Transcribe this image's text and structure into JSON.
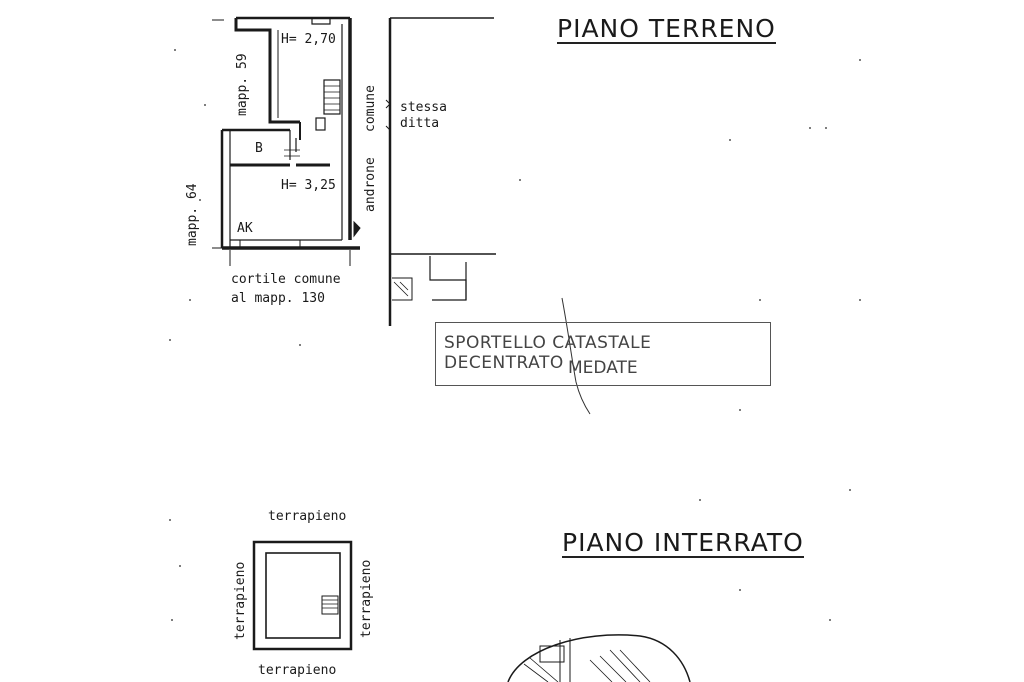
{
  "titles": {
    "ground_floor": "PIANO  TERRENO",
    "basement": "PIANO  INTERRATO"
  },
  "ground_floor": {
    "height_upper": "H= 2,70",
    "height_lower": "H= 3,25",
    "room_b": "B",
    "room_ak": "AK",
    "mapp_59": "mapp. 59",
    "mapp_64": "mapp. 64",
    "comune": "comune",
    "androne": "androne",
    "stessa": "stessa",
    "ditta": "ditta",
    "cortile_line1": "cortile  comune",
    "cortile_line2": "al  mapp. 130"
  },
  "stamp": {
    "line1": "SPORTELLO CATASTALE DECENTRATO",
    "line2": "MEDATE"
  },
  "basement": {
    "top": "terrapieno",
    "bottom": "terrapieno",
    "left": "terrapieno",
    "right": "terrapieno"
  }
}
